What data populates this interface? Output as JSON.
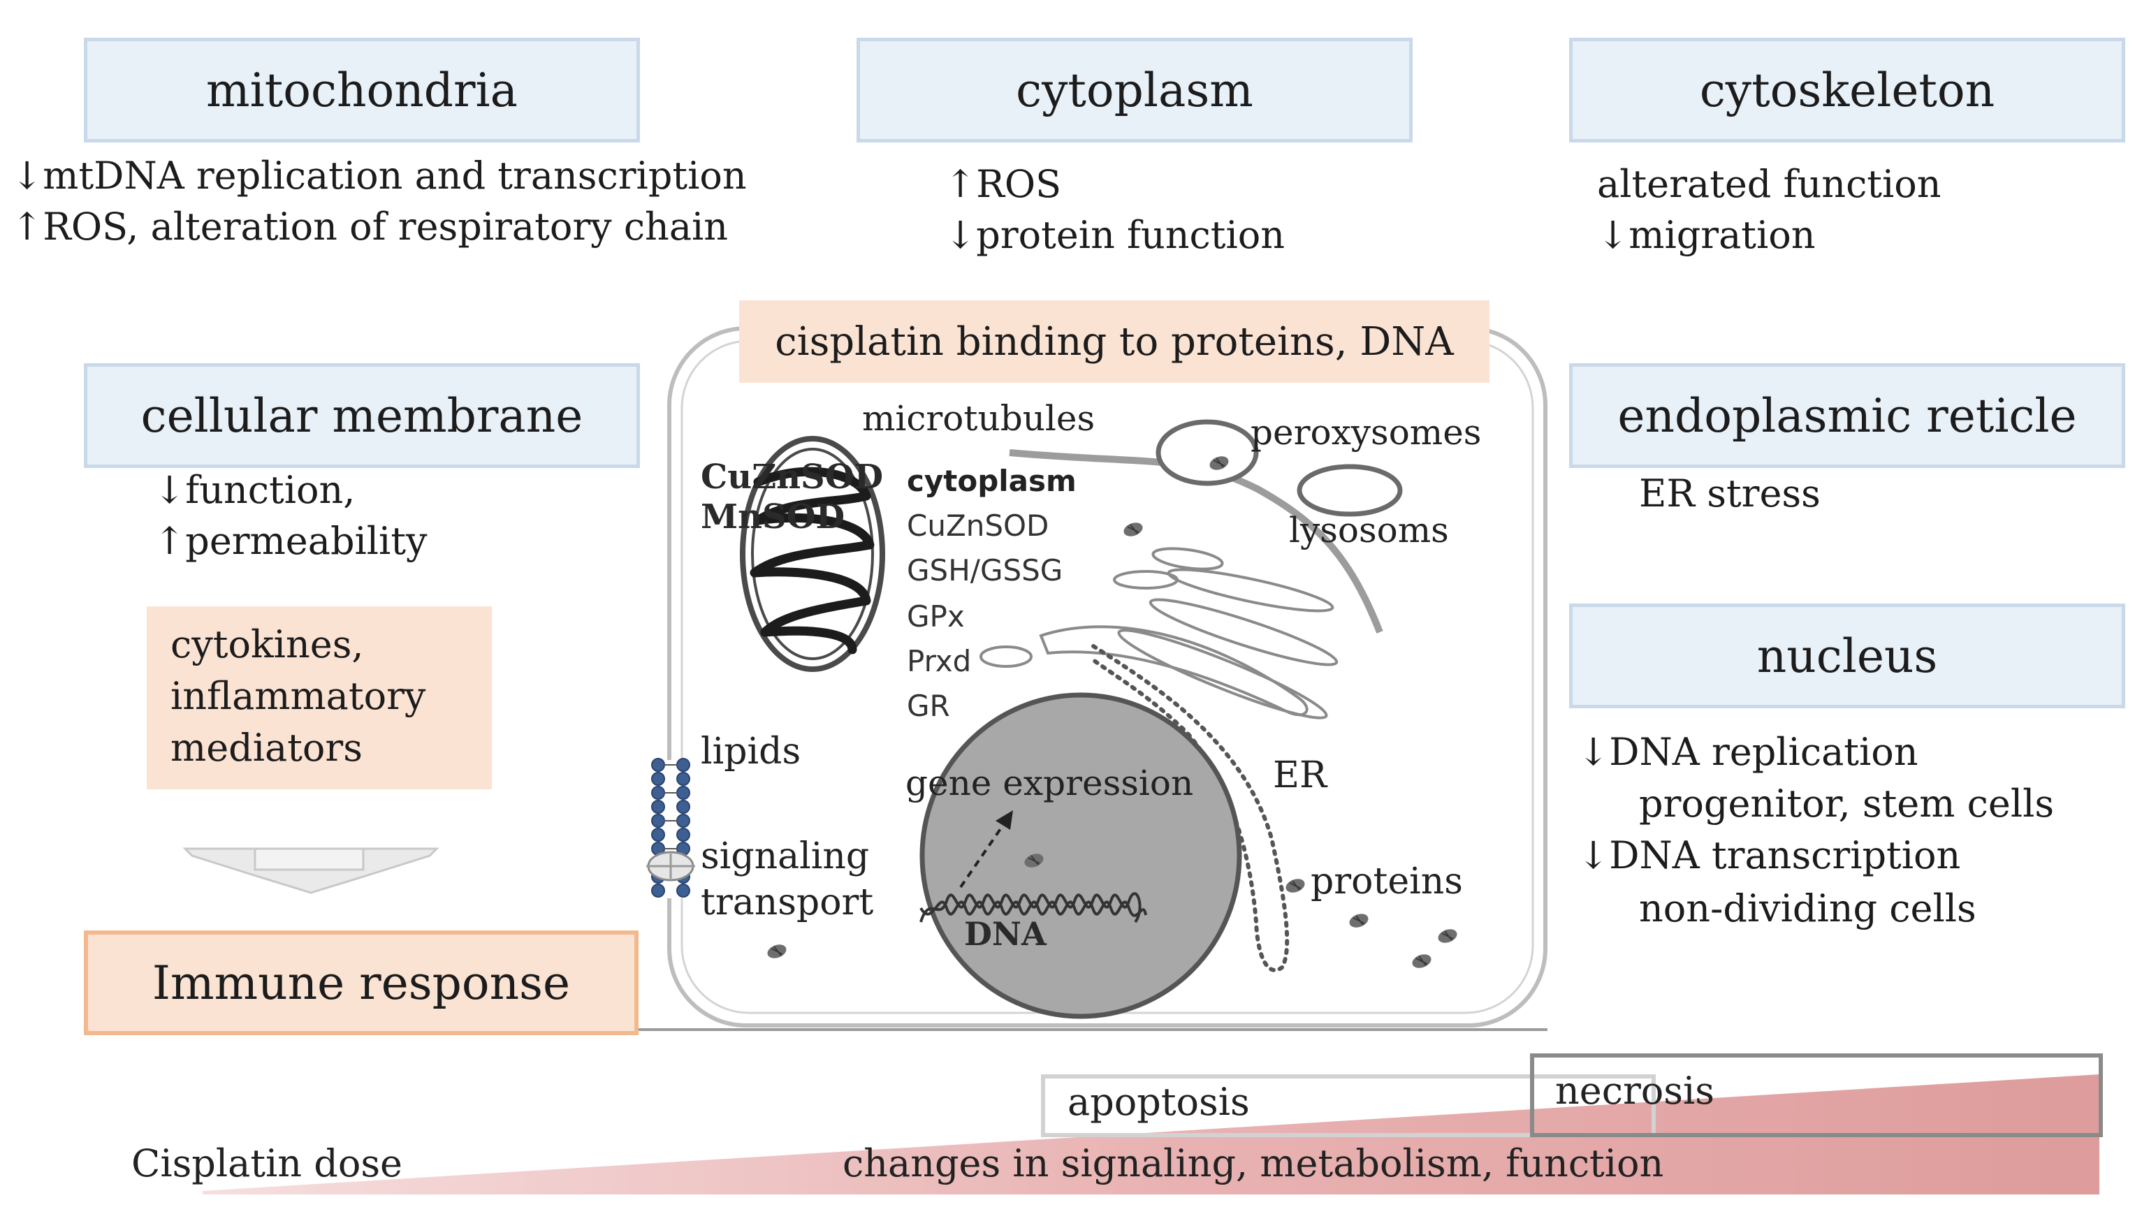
{
  "organelles": {
    "mitochondria": {
      "title": "mitochondria",
      "lines": [
        "↓mtDNA replication and transcription",
        "↑ROS, alteration of respiratory chain"
      ]
    },
    "cytoplasm": {
      "title": "cytoplasm",
      "lines": [
        "↑ROS",
        "↓protein function"
      ]
    },
    "cytoskeleton": {
      "title": "cytoskeleton",
      "lines": [
        "alterated function",
        "↓migration"
      ]
    },
    "membrane": {
      "title": "cellular membrane",
      "lines": [
        "↓function,",
        "↑permeability"
      ]
    },
    "er": {
      "title": "endoplasmic reticle",
      "lines": [
        "ER stress"
      ]
    },
    "nucleus": {
      "title": "nucleus",
      "lines": [
        "↓DNA replication",
        "progenitor, stem cells",
        "↓DNA  transcription",
        "non-dividing cells"
      ]
    }
  },
  "cytokines": [
    "cytokines,",
    "inflammatory",
    "mediators"
  ],
  "immune_response": "Immune response",
  "cell": {
    "binding_banner": "cisplatin binding to proteins, DNA",
    "microtubules": "microtubules",
    "peroxysomes": "peroxysomes",
    "lysosoms": "lysosoms",
    "mito_labels": [
      "CuZnSOD",
      "MnSOD"
    ],
    "antioxidants_title": "cytoplasm",
    "antioxidants": [
      "CuZnSOD",
      "GSH/GSSG",
      "GPx",
      "Prxd",
      "GR"
    ],
    "lipids": "lipids",
    "signaling": "signaling",
    "transport": "transport",
    "gene_expression": "gene expression",
    "dna": "DNA",
    "er_label": "ER",
    "proteins": "proteins"
  },
  "dose": {
    "label": "Cisplatin dose",
    "apoptosis": "apoptosis",
    "necrosis": "necrosis",
    "changes": "changes in signaling, metabolism, function"
  },
  "colors": {
    "header_fill": "#e8f0f8",
    "header_border": "#c9d9ea",
    "peach": "#fbe3d4",
    "immune_border": "#f2b98e",
    "wedge": "#e8a7a7",
    "nucleus_fill": "#a8a8a8"
  }
}
